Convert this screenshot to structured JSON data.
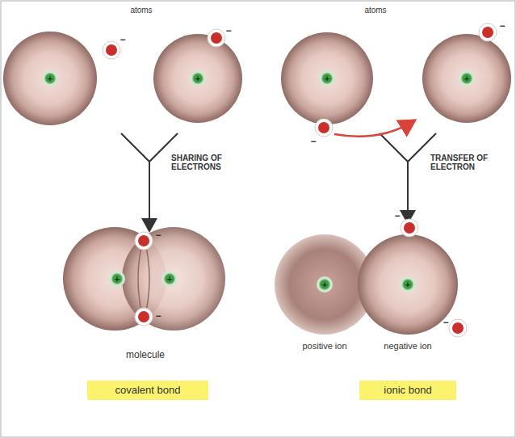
{
  "diagram": {
    "nodes": [
      {
        "text": [
          "covalent bond"
        ]
      },
      {
        "text": [
          "ionic bond"
        ]
      }
    ],
    "labels": [
      "atoms",
      "atoms",
      "SHARING OF ELECTRONS",
      "TRANSFER OF ELECTRON",
      "molecule",
      "positive ion",
      "negative ion",
      "+",
      "+",
      "+",
      "+",
      "+",
      "+",
      "+",
      "+",
      "−",
      "−",
      "−",
      "−",
      "−",
      "−",
      "−",
      "−"
    ]
  }
}
